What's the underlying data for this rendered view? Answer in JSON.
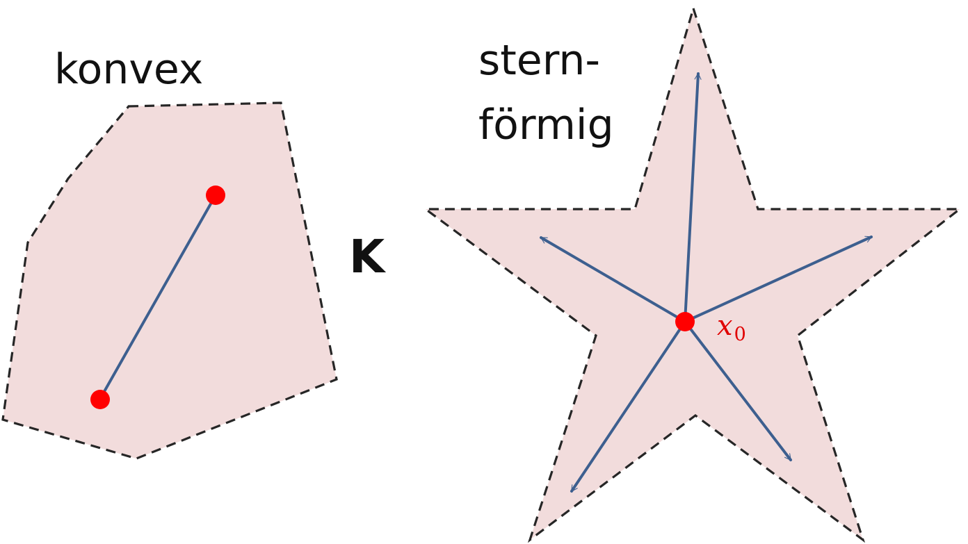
{
  "left_panel": {
    "title": "konvex"
  },
  "middle": {
    "letter": "K"
  },
  "right_panel": {
    "title_line1": "stern-",
    "title_line2": "förmig",
    "center_point_label": "x",
    "center_point_subscript": "0"
  },
  "colors": {
    "region_fill": "#f2dcdc",
    "outline": "#262626",
    "ray": "#3d5f8f",
    "point": "#ff0000",
    "label_text": "#e00000"
  }
}
